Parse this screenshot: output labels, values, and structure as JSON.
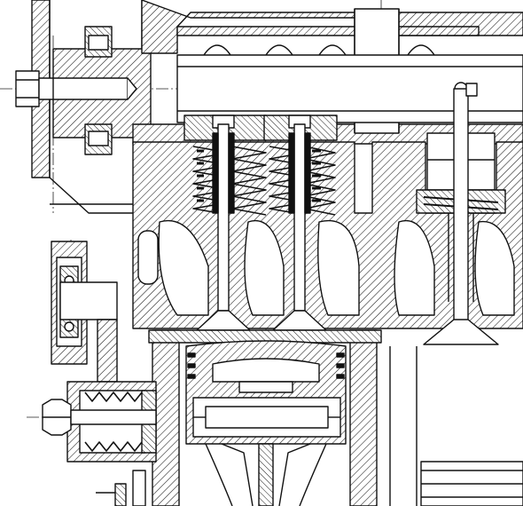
{
  "drawing": {
    "ink_color": "#111111",
    "background_color": "#ffffff",
    "hatch_color": "#1a1a1a",
    "centerline_color": "#222222",
    "components": [
      "camshaft-bearing-housing",
      "cam-drive-gear",
      "camshaft",
      "valve-spring-retainer",
      "valve-spring",
      "valve-stem",
      "valve-head",
      "cylinder-head",
      "piston",
      "piston-ring",
      "wrist-pin",
      "connecting-rod",
      "cylinder-liner",
      "tensioner-pulley",
      "tensioner-spring",
      "adjuster-bolt"
    ]
  }
}
